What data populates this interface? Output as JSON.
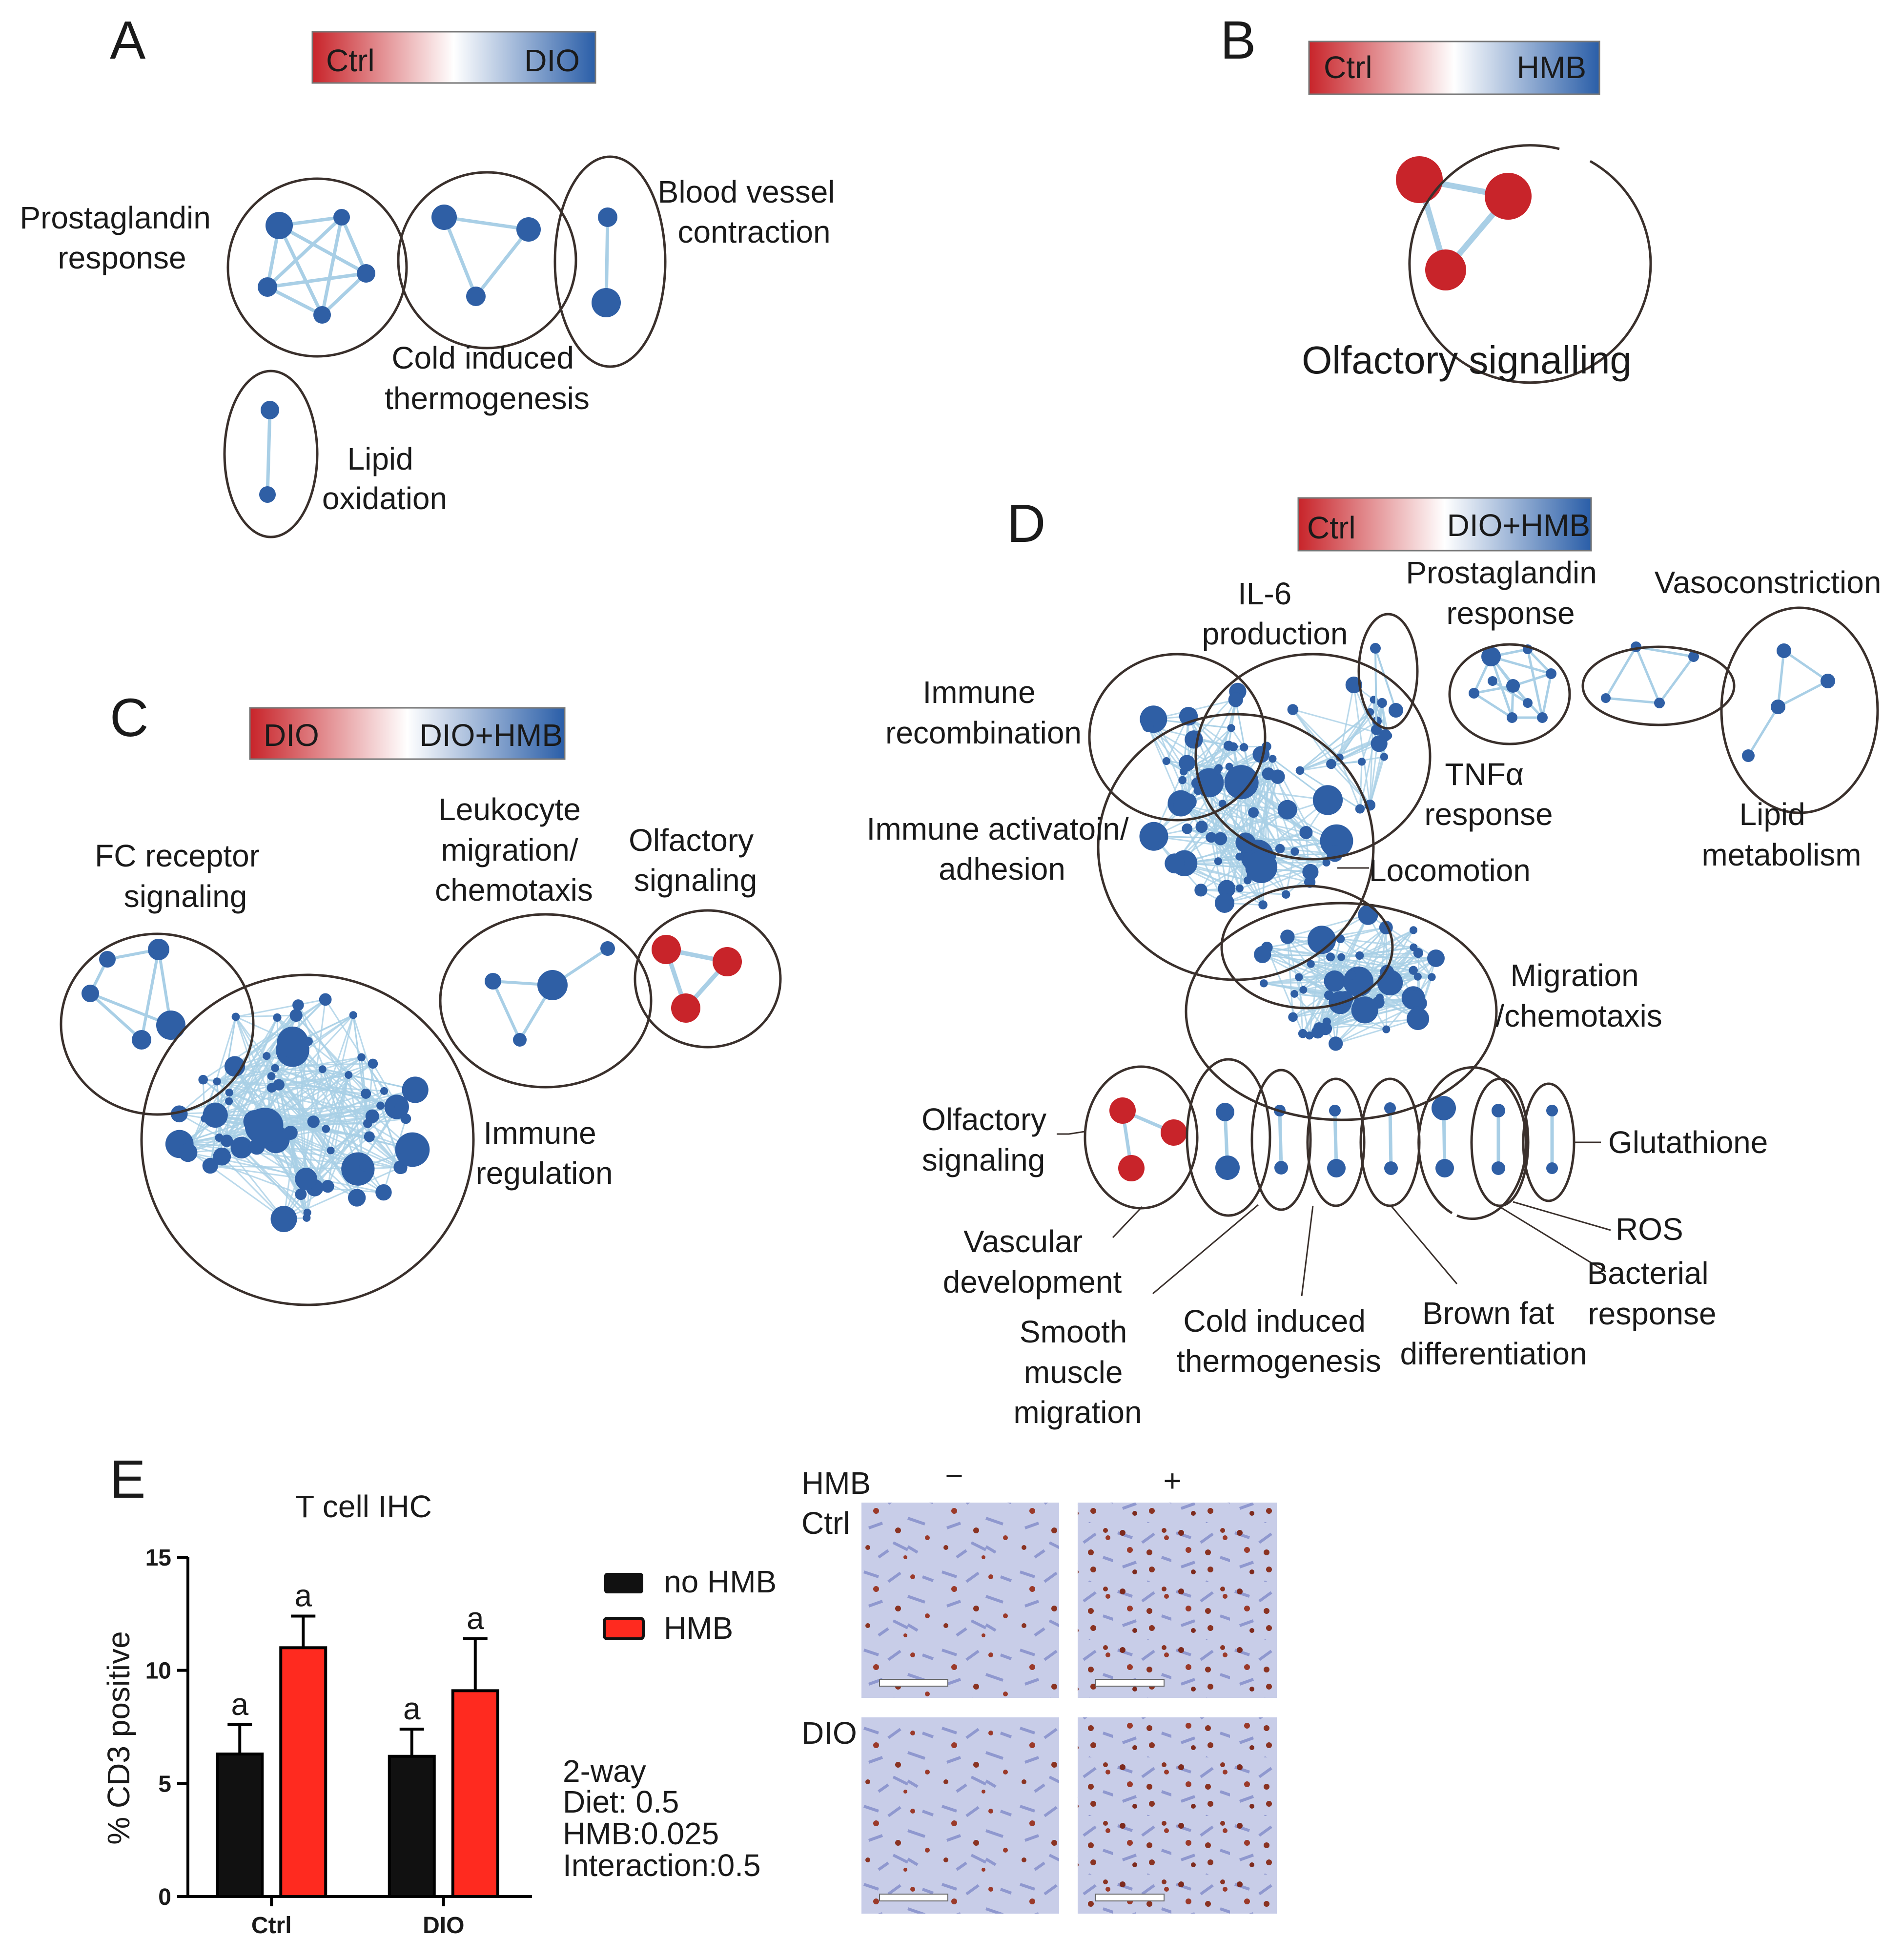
{
  "panels": {
    "A": {
      "label": "A",
      "gradient": {
        "left": "Ctrl",
        "right": "DIO"
      },
      "clusters": {
        "prostaglandin": [
          "Prostaglandin",
          "response"
        ],
        "cold": [
          "Cold induced",
          "thermogenesis"
        ],
        "blood": [
          "Blood vessel",
          "contraction"
        ],
        "lipid": [
          "Lipid",
          "oxidation"
        ]
      }
    },
    "B": {
      "label": "B",
      "gradient": {
        "left": "Ctrl",
        "right": "HMB"
      },
      "clusters": {
        "olfactory": "Olfactory signalling"
      }
    },
    "C": {
      "label": "C",
      "gradient": {
        "left": "DIO",
        "right": "DIO+HMB"
      },
      "clusters": {
        "fc": [
          "FC receptor",
          "signaling"
        ],
        "leukocyte": [
          "Leukocyte",
          "migration/",
          "chemotaxis"
        ],
        "olfactory": [
          "Olfactory",
          "signaling"
        ],
        "immune": [
          "Immune",
          "regulation"
        ]
      }
    },
    "D": {
      "label": "D",
      "gradient": {
        "left": "Ctrl",
        "right": "DIO+HMB"
      },
      "clusters": {
        "il6": [
          "IL-6",
          "production"
        ],
        "prostaglandin": [
          "Prostaglandin",
          "response"
        ],
        "vasoconstriction": "Vasoconstriction",
        "recombination": [
          "Immune",
          "recombination"
        ],
        "tnf": [
          "TNFα",
          "response"
        ],
        "activation": [
          "Immune activatoin/",
          "adhesion"
        ],
        "locomotion": "Locomotion",
        "lipid": [
          "Lipid",
          "metabolism"
        ],
        "migration": [
          "Migration",
          "/chemotaxis"
        ],
        "olfactory": [
          "Olfactory",
          "signaling"
        ],
        "glutathione": "Glutathione",
        "ros": "ROS",
        "vascular": [
          "Vascular",
          "development"
        ],
        "bacterial": [
          "Bacterial",
          "response"
        ],
        "smooth": [
          "Smooth",
          "muscle",
          "migration"
        ],
        "cold": [
          "Cold induced",
          "thermogenesis"
        ],
        "brown": [
          "Brown fat",
          "differentiation"
        ]
      }
    },
    "E": {
      "label": "E",
      "stats": [
        "2-way",
        "Diet: 0.5",
        "HMB:0.025",
        "Interaction:0.5"
      ],
      "ihc": {
        "hmb_label": "HMB",
        "minus": "−",
        "plus": "+",
        "row_ctrl": "Ctrl",
        "row_dio": "DIO"
      }
    }
  },
  "colors": {
    "red": "#c8242a",
    "blue": "#2f5fa5",
    "edge": "#a9cfe6",
    "black_bar": "#111111",
    "red_bar": "#ff2a1f"
  },
  "chart_data": {
    "type": "bar",
    "title": "T cell IHC",
    "ylabel": "% CD3 positive",
    "xlabel": "",
    "categories": [
      "Ctrl",
      "DIO"
    ],
    "ylim": [
      0,
      15
    ],
    "yticks": [
      "0",
      "5",
      "10",
      "15"
    ],
    "series": [
      {
        "name": "no HMB",
        "values": [
          6.3,
          6.2
        ],
        "errors": [
          1.3,
          1.2
        ],
        "letters": [
          "a",
          "a"
        ],
        "color": "#111111"
      },
      {
        "name": "HMB",
        "values": [
          11.0,
          9.1
        ],
        "errors": [
          1.4,
          2.3
        ],
        "letters": [
          "a",
          "a"
        ],
        "color": "#ff2a1f"
      }
    ],
    "legend": "right",
    "grid": false
  }
}
